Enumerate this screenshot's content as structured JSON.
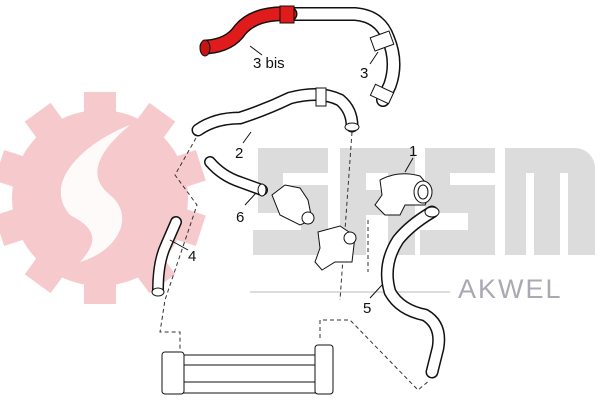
{
  "brand": {
    "logo_text": "SASM",
    "sub_brand": "AKWEL",
    "gear_color": "#f6c9cc",
    "letters_color": "#dcdcdc",
    "sub_brand_color": "#a9a9b3"
  },
  "highlight_color": "#e01b1b",
  "parts": [
    {
      "id": "1",
      "label": "1"
    },
    {
      "id": "2",
      "label": "2"
    },
    {
      "id": "3",
      "label": "3"
    },
    {
      "id": "3bis",
      "label": "3 bis",
      "highlighted": true
    },
    {
      "id": "4",
      "label": "4"
    },
    {
      "id": "5",
      "label": "5"
    },
    {
      "id": "6",
      "label": "6"
    }
  ]
}
